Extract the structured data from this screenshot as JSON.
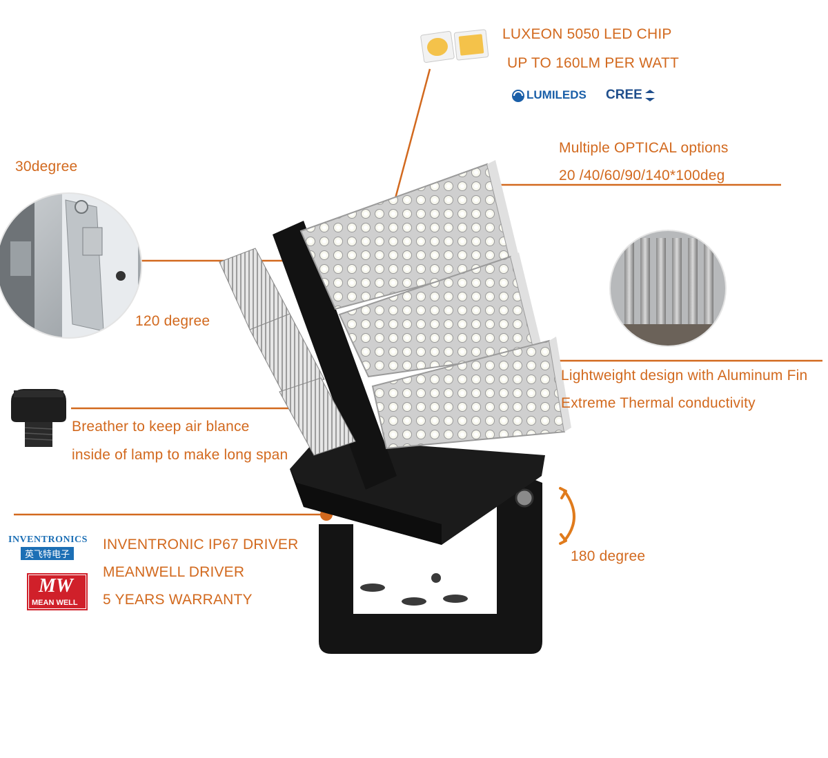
{
  "colors": {
    "accent": "#d2691e",
    "lumileds": "#1a5fa8",
    "cree": "#1f4e8c",
    "inventronics": "#1c6fb5",
    "meanwell_red": "#d0202a",
    "fixture_black": "#141414",
    "module_gray": "#d8d8d8"
  },
  "labels": {
    "led_chip": "LUXEON 5050 LED CHIP",
    "lm_per_watt": "UP TO 160LM PER WATT",
    "optical_title": "Multiple OPTICAL options",
    "optical_angles": "20 /40/60/90/140*100deg",
    "angle_30": "30degree",
    "angle_120": "120 degree",
    "lightweight": "Lightweight design with Aluminum Fin",
    "thermal": "Extreme Thermal conductivity",
    "breather_1": "Breather to keep air blance",
    "breather_2": "inside of lamp to make long span",
    "driver_1": "INVENTRONIC IP67 DRIVER",
    "driver_2": "MEANWELL DRIVER",
    "warranty": "5 YEARS WARRANTY",
    "angle_180": "180 degree"
  },
  "logos": {
    "lumileds": "LUMILEDS",
    "cree": "CREE",
    "inventronics_en": "INVENTRONICS",
    "inventronics_cn": "英飞特电子",
    "meanwell_mark": "MW",
    "meanwell_text": "MEAN WELL"
  },
  "icons": [
    "led-chip-icon",
    "lumileds-logo-icon",
    "cree-logo-icon",
    "bracket-closeup-icon",
    "heatsink-fin-closeup-icon",
    "breather-valve-icon",
    "inventronics-logo-icon",
    "meanwell-logo-icon",
    "rotation-arrow-icon"
  ]
}
